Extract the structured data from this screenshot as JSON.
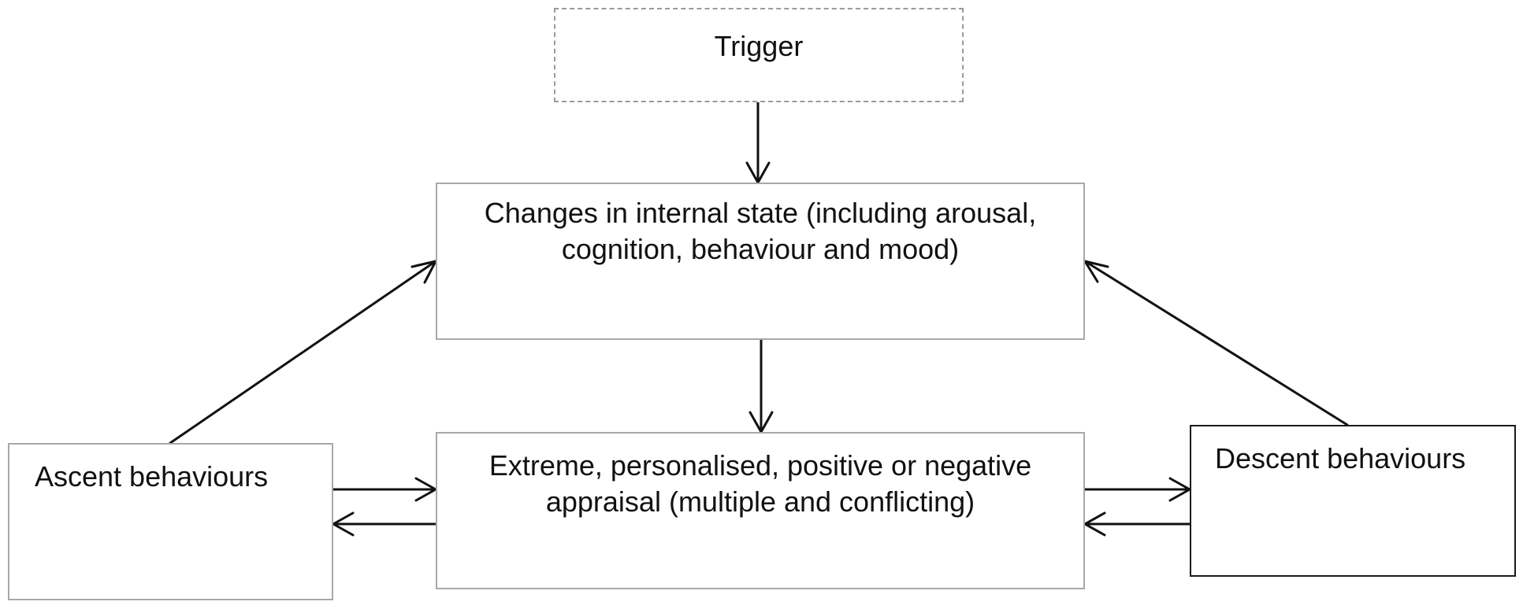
{
  "nodes": {
    "trigger": {
      "label": "Trigger"
    },
    "changes": {
      "label": "Changes in internal state (including arousal, cognition, behaviour and mood)"
    },
    "appraisal": {
      "label": "Extreme, personalised, positive or negative appraisal (multiple and conflicting)"
    },
    "ascent": {
      "label": "Ascent behaviours"
    },
    "descent": {
      "label": "Descent behaviours"
    }
  },
  "edges": [
    {
      "from": "trigger",
      "to": "changes"
    },
    {
      "from": "changes",
      "to": "appraisal"
    },
    {
      "from": "ascent",
      "to": "changes"
    },
    {
      "from": "descent",
      "to": "changes"
    },
    {
      "from": "ascent",
      "to": "appraisal"
    },
    {
      "from": "appraisal",
      "to": "ascent"
    },
    {
      "from": "appraisal",
      "to": "descent"
    },
    {
      "from": "descent",
      "to": "appraisal"
    }
  ],
  "colors": {
    "arrow": "#111111",
    "box_border": "#a8a8a8",
    "trigger_border": "#9a9a9a",
    "descent_border": "#1a1a1a"
  }
}
